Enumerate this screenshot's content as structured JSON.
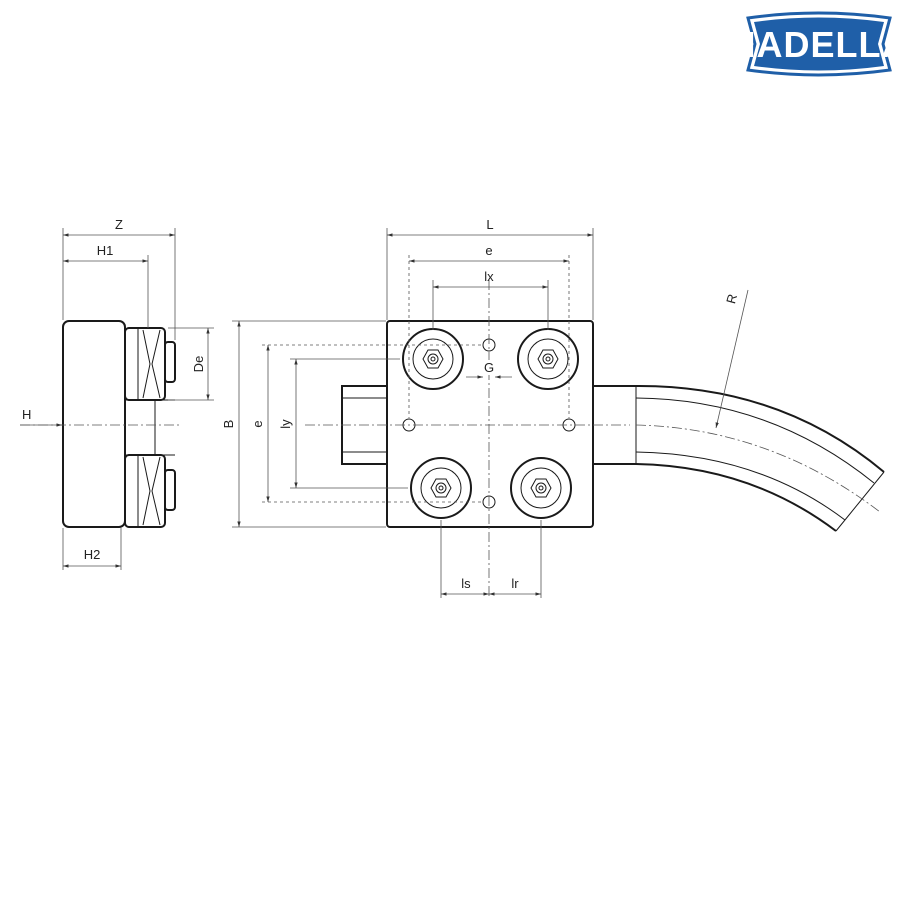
{
  "brand": {
    "logo_text": "NADELLA",
    "logo_color": "#1f5fa8"
  },
  "labels": {
    "Z": "Z",
    "H1": "H1",
    "H2": "H2",
    "H": "H",
    "De": "De",
    "B": "B",
    "e_vertical": "e",
    "ly": "ly",
    "L": "L",
    "e_horizontal": "e",
    "lx": "lx",
    "G": "G",
    "ls": "ls",
    "lr": "lr",
    "R": "R"
  },
  "colors": {
    "line": "#1a1a1a",
    "dimension": "#555555",
    "background": "#ffffff"
  }
}
